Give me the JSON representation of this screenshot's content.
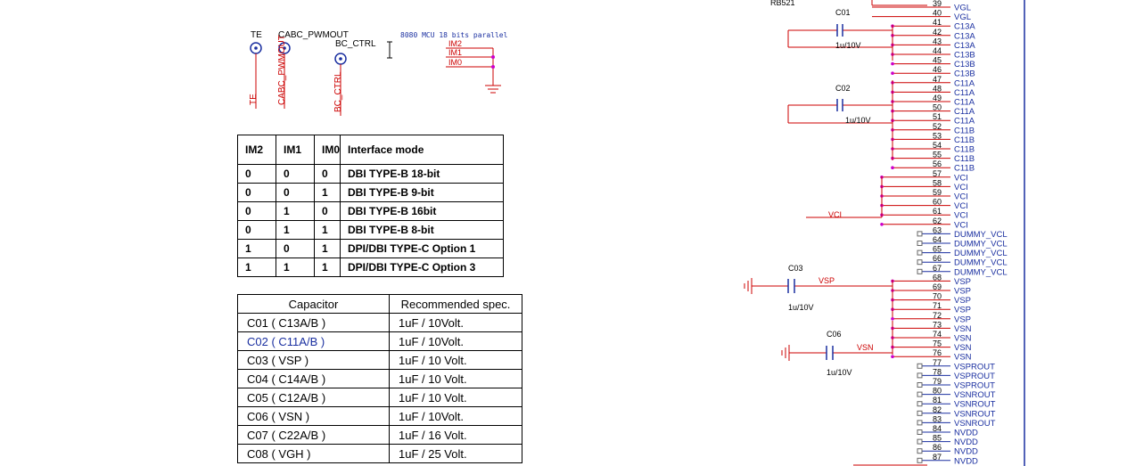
{
  "top_labels": {
    "te": "TE",
    "cabc": "CABC_PWMOUT",
    "bc": "BC_CTRL",
    "mcu_note": "8080 MCU 18 bits parallel",
    "im2": "IM2",
    "im1": "IM1",
    "im0": "IM0",
    "te_v": "TE",
    "cabc_v": "CABC_PWMOUT",
    "bc_v": "BC_CTRL"
  },
  "mode_table": {
    "headers": [
      "IM2",
      "IM1",
      "IM0",
      "Interface mode"
    ],
    "rows": [
      [
        "0",
        "0",
        "0",
        "DBI TYPE-B 18-bit"
      ],
      [
        "0",
        "0",
        "1",
        "DBI TYPE-B 9-bit"
      ],
      [
        "0",
        "1",
        "0",
        "DBI TYPE-B 16bit"
      ],
      [
        "0",
        "1",
        "1",
        "DBI TYPE-B 8-bit"
      ],
      [
        "1",
        "0",
        "1",
        "DPI/DBI TYPE-C Option 1"
      ],
      [
        "1",
        "1",
        "1",
        "DPI/DBI TYPE-C Option 3"
      ]
    ]
  },
  "cap_table": {
    "headers": [
      "Capacitor",
      "Recommended spec."
    ],
    "rows": [
      [
        "C01 ( C13A/B )",
        "1uF / 10Volt."
      ],
      [
        "C02 ( C11A/B )",
        "1uF / 10Volt."
      ],
      [
        "C03 ( VSP )",
        "1uF / 10 Volt."
      ],
      [
        "C04 ( C14A/B )",
        "1uF / 10 Volt."
      ],
      [
        "C05 ( C12A/B )",
        "1uF / 10 Volt."
      ],
      [
        "C06 ( VSN )",
        "1uF / 10Volt."
      ],
      [
        "C07 ( C22A/B )",
        "1uF / 16 Volt."
      ],
      [
        "C08 ( VGH )",
        "1uF / 25 Volt."
      ]
    ]
  },
  "pins": [
    {
      "num": "39",
      "name": "VGL"
    },
    {
      "num": "40",
      "name": "VGL"
    },
    {
      "num": "41",
      "name": "C13A"
    },
    {
      "num": "42",
      "name": "C13A"
    },
    {
      "num": "43",
      "name": "C13A"
    },
    {
      "num": "44",
      "name": "C13B"
    },
    {
      "num": "45",
      "name": "C13B"
    },
    {
      "num": "46",
      "name": "C13B"
    },
    {
      "num": "47",
      "name": "C11A"
    },
    {
      "num": "48",
      "name": "C11A"
    },
    {
      "num": "49",
      "name": "C11A"
    },
    {
      "num": "50",
      "name": "C11A"
    },
    {
      "num": "51",
      "name": "C11A"
    },
    {
      "num": "52",
      "name": "C11B"
    },
    {
      "num": "53",
      "name": "C11B"
    },
    {
      "num": "54",
      "name": "C11B"
    },
    {
      "num": "55",
      "name": "C11B"
    },
    {
      "num": "56",
      "name": "C11B"
    },
    {
      "num": "57",
      "name": "VCI"
    },
    {
      "num": "58",
      "name": "VCI"
    },
    {
      "num": "59",
      "name": "VCI"
    },
    {
      "num": "60",
      "name": "VCI"
    },
    {
      "num": "61",
      "name": "VCI"
    },
    {
      "num": "62",
      "name": "VCI"
    },
    {
      "num": "63",
      "name": "DUMMY_VCL"
    },
    {
      "num": "64",
      "name": "DUMMY_VCL"
    },
    {
      "num": "65",
      "name": "DUMMY_VCL"
    },
    {
      "num": "66",
      "name": "DUMMY_VCL"
    },
    {
      "num": "67",
      "name": "DUMMY_VCL"
    },
    {
      "num": "68",
      "name": "VSP"
    },
    {
      "num": "69",
      "name": "VSP"
    },
    {
      "num": "70",
      "name": "VSP"
    },
    {
      "num": "71",
      "name": "VSP"
    },
    {
      "num": "72",
      "name": "VSP"
    },
    {
      "num": "73",
      "name": "VSN"
    },
    {
      "num": "74",
      "name": "VSN"
    },
    {
      "num": "75",
      "name": "VSN"
    },
    {
      "num": "76",
      "name": "VSN"
    },
    {
      "num": "77",
      "name": "VSPROUT"
    },
    {
      "num": "78",
      "name": "VSPROUT"
    },
    {
      "num": "79",
      "name": "VSPROUT"
    },
    {
      "num": "80",
      "name": "VSNROUT"
    },
    {
      "num": "81",
      "name": "VSNROUT"
    },
    {
      "num": "82",
      "name": "VSNROUT"
    },
    {
      "num": "83",
      "name": "VSNROUT"
    },
    {
      "num": "84",
      "name": "NVDD"
    },
    {
      "num": "85",
      "name": "NVDD"
    },
    {
      "num": "86",
      "name": "NVDD"
    },
    {
      "num": "87",
      "name": "NVDD"
    }
  ],
  "parts": {
    "rb": "RB521",
    "c01": "C01",
    "c01_val": "1u/10V",
    "c02": "C02",
    "c02_val": "1u/10V",
    "c03": "C03",
    "c03_val": "1u/10V",
    "c06": "C06",
    "c06_val": "1u/10V",
    "vci_net": "VCI",
    "vsp_net": "VSP",
    "vsn_net": "VSN"
  },
  "colors": {
    "wire": "#cc0000",
    "pin": "#1a2fa0",
    "text": "#000000",
    "junction": "#cc00cc"
  }
}
